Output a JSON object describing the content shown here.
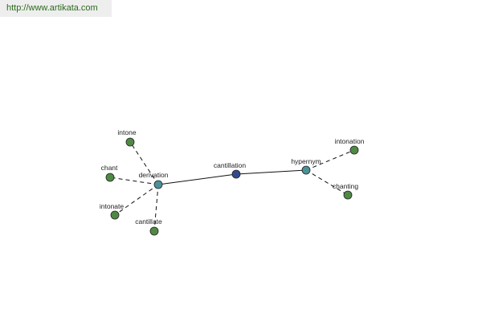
{
  "site": {
    "url": "http://www.artikata.com"
  },
  "graph": {
    "colors": {
      "center_node": "#334a8c",
      "relation_node": "#4a9299",
      "word_node": "#4f8a44",
      "edge": "#111111"
    },
    "center": {
      "label": "cantillation"
    },
    "relations": [
      {
        "label": "derivation"
      },
      {
        "label": "hypernym"
      }
    ],
    "words": [
      {
        "label": "intone",
        "relation": "derivation"
      },
      {
        "label": "chant",
        "relation": "derivation"
      },
      {
        "label": "intonate",
        "relation": "derivation"
      },
      {
        "label": "cantillate",
        "relation": "derivation"
      },
      {
        "label": "intonation",
        "relation": "hypernym"
      },
      {
        "label": "chanting",
        "relation": "hypernym"
      }
    ]
  }
}
